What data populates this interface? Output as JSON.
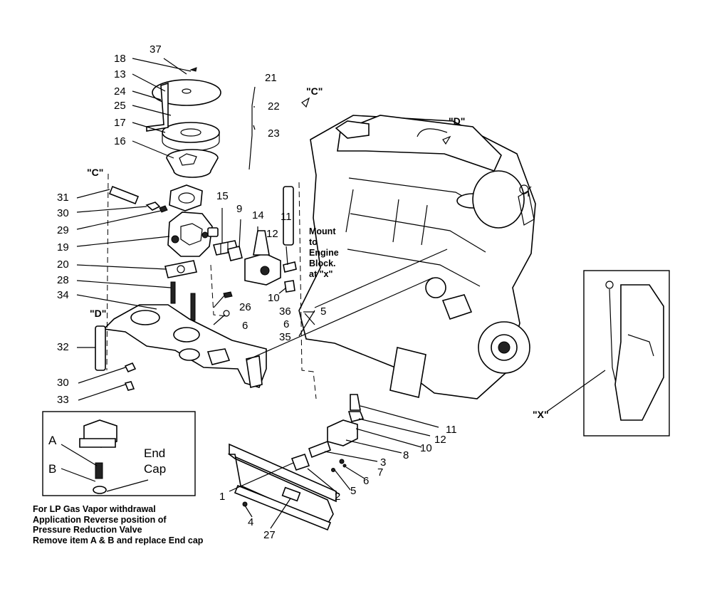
{
  "callouts": {
    "c37": "37",
    "c18": "18",
    "c13": "13",
    "c24": "24",
    "c25": "25",
    "c17": "17",
    "c16": "16",
    "c21": "21",
    "c22": "22",
    "c23": "23",
    "c31": "31",
    "c30a": "30",
    "c29": "29",
    "c19": "19",
    "c20": "20",
    "c28": "28",
    "c34": "34",
    "c32": "32",
    "c30b": "30",
    "c33": "33",
    "c15": "15",
    "c9": "9",
    "c14": "14",
    "c11a": "11",
    "c12a": "12",
    "c10a": "10",
    "c26": "26",
    "c6a": "6",
    "c36": "36",
    "c5a": "5",
    "c6b": "6",
    "c35": "35",
    "c11b": "11",
    "c12b": "12",
    "c10b": "10",
    "c8": "8",
    "c3": "3",
    "c7": "7",
    "c6c": "6",
    "c5b": "5",
    "c2": "2",
    "c1": "1",
    "c4": "4",
    "c27": "27",
    "cA": "A",
    "cB": "B"
  },
  "direction_marks": {
    "c_top": "\"C\"",
    "c_left": "\"C\"",
    "d_top": "\"D\"",
    "d_left": "\"D\"",
    "x_detail": "\"X\""
  },
  "mount_note": [
    "Mount",
    "to",
    "Engine",
    "Block.",
    "at \"x\""
  ],
  "inset": {
    "end_cap": [
      "End",
      "Cap"
    ]
  },
  "footer_note": [
    "For LP Gas Vapor withdrawal",
    "Application Reverse position of",
    "Pressure Reduction Valve",
    "Remove item A & B and replace End cap"
  ]
}
